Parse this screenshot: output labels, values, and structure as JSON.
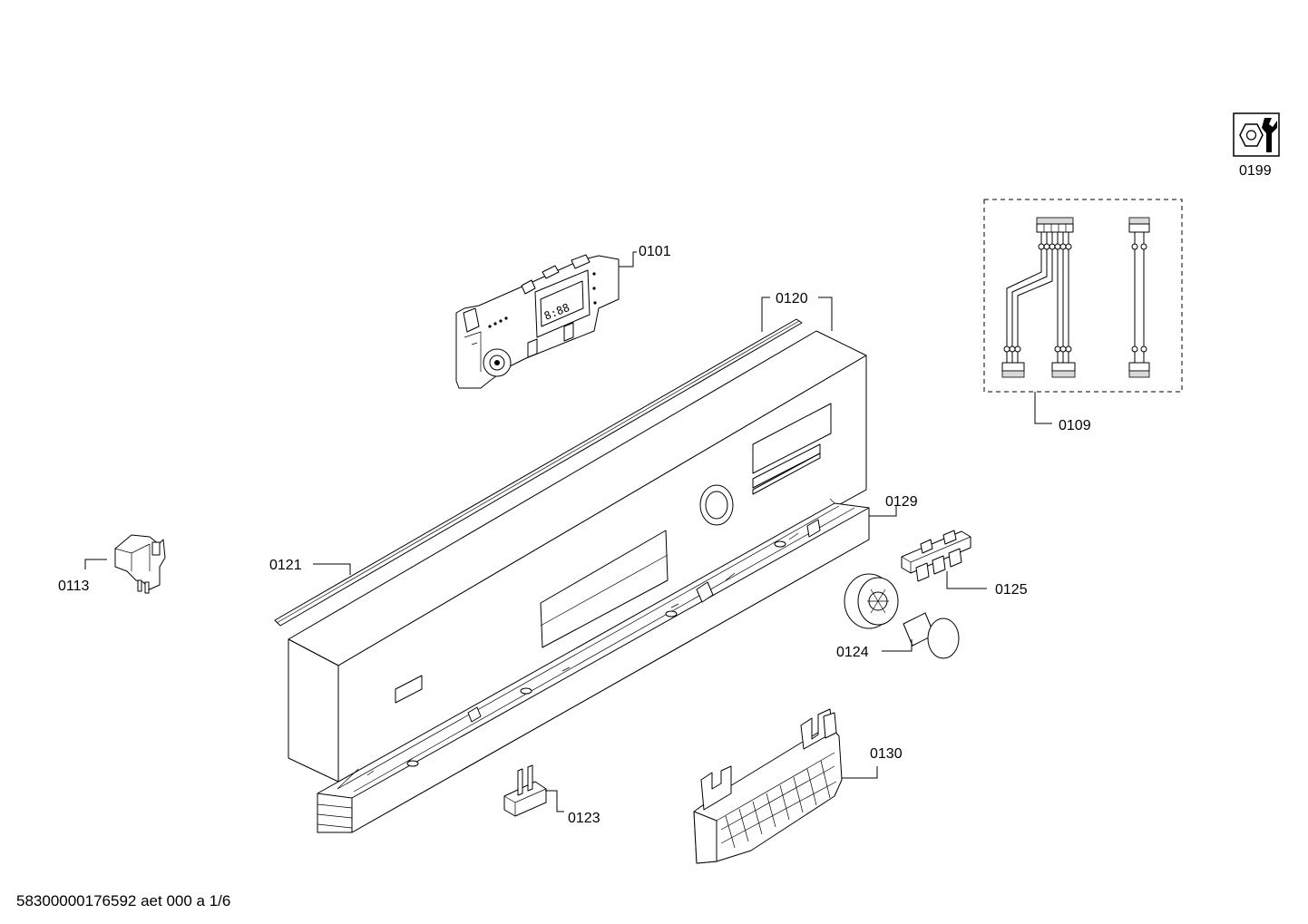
{
  "diagram": {
    "footer_text": "58300000176592 aet 000 a 1/6",
    "labels": {
      "p0101": "0101",
      "p0109": "0109",
      "p0113": "0113",
      "p0120": "0120",
      "p0121": "0121",
      "p0123": "0123",
      "p0124": "0124",
      "p0125": "0125",
      "p0129": "0129",
      "p0130": "0130",
      "p0199": "0199"
    },
    "icons": {
      "p0199": "hex-nut-wrench-icon"
    },
    "module_display_text": "8:88"
  }
}
